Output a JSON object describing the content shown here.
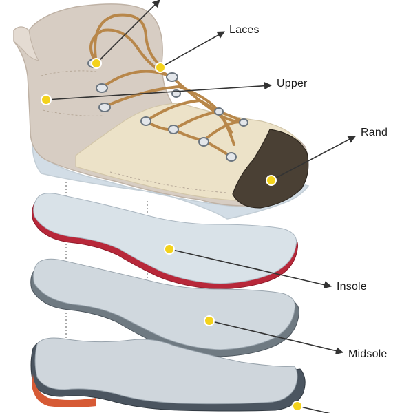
{
  "labels": {
    "laces": "Laces",
    "upper": "Upper",
    "rand": "Rand",
    "insole": "Insole",
    "midsole": "Midsole"
  },
  "colors": {
    "upper_leather": "#d7cdc3",
    "toe_fabric": "#ece2c8",
    "rand": "#4a4034",
    "lace": "#b8874a",
    "outsole_edge": "#d2dde6",
    "insole_top": "#d9e2e8",
    "insole_edge": "#b8283a",
    "midsole_top": "#d0d8de",
    "midsole_edge": "#6f7a82",
    "outsole_top": "#cfd6dc",
    "outsole_edge_dark": "#4b5560",
    "outsole_heel_red": "#d65a35",
    "marker": "#f3d21c",
    "arrow": "#333333"
  }
}
